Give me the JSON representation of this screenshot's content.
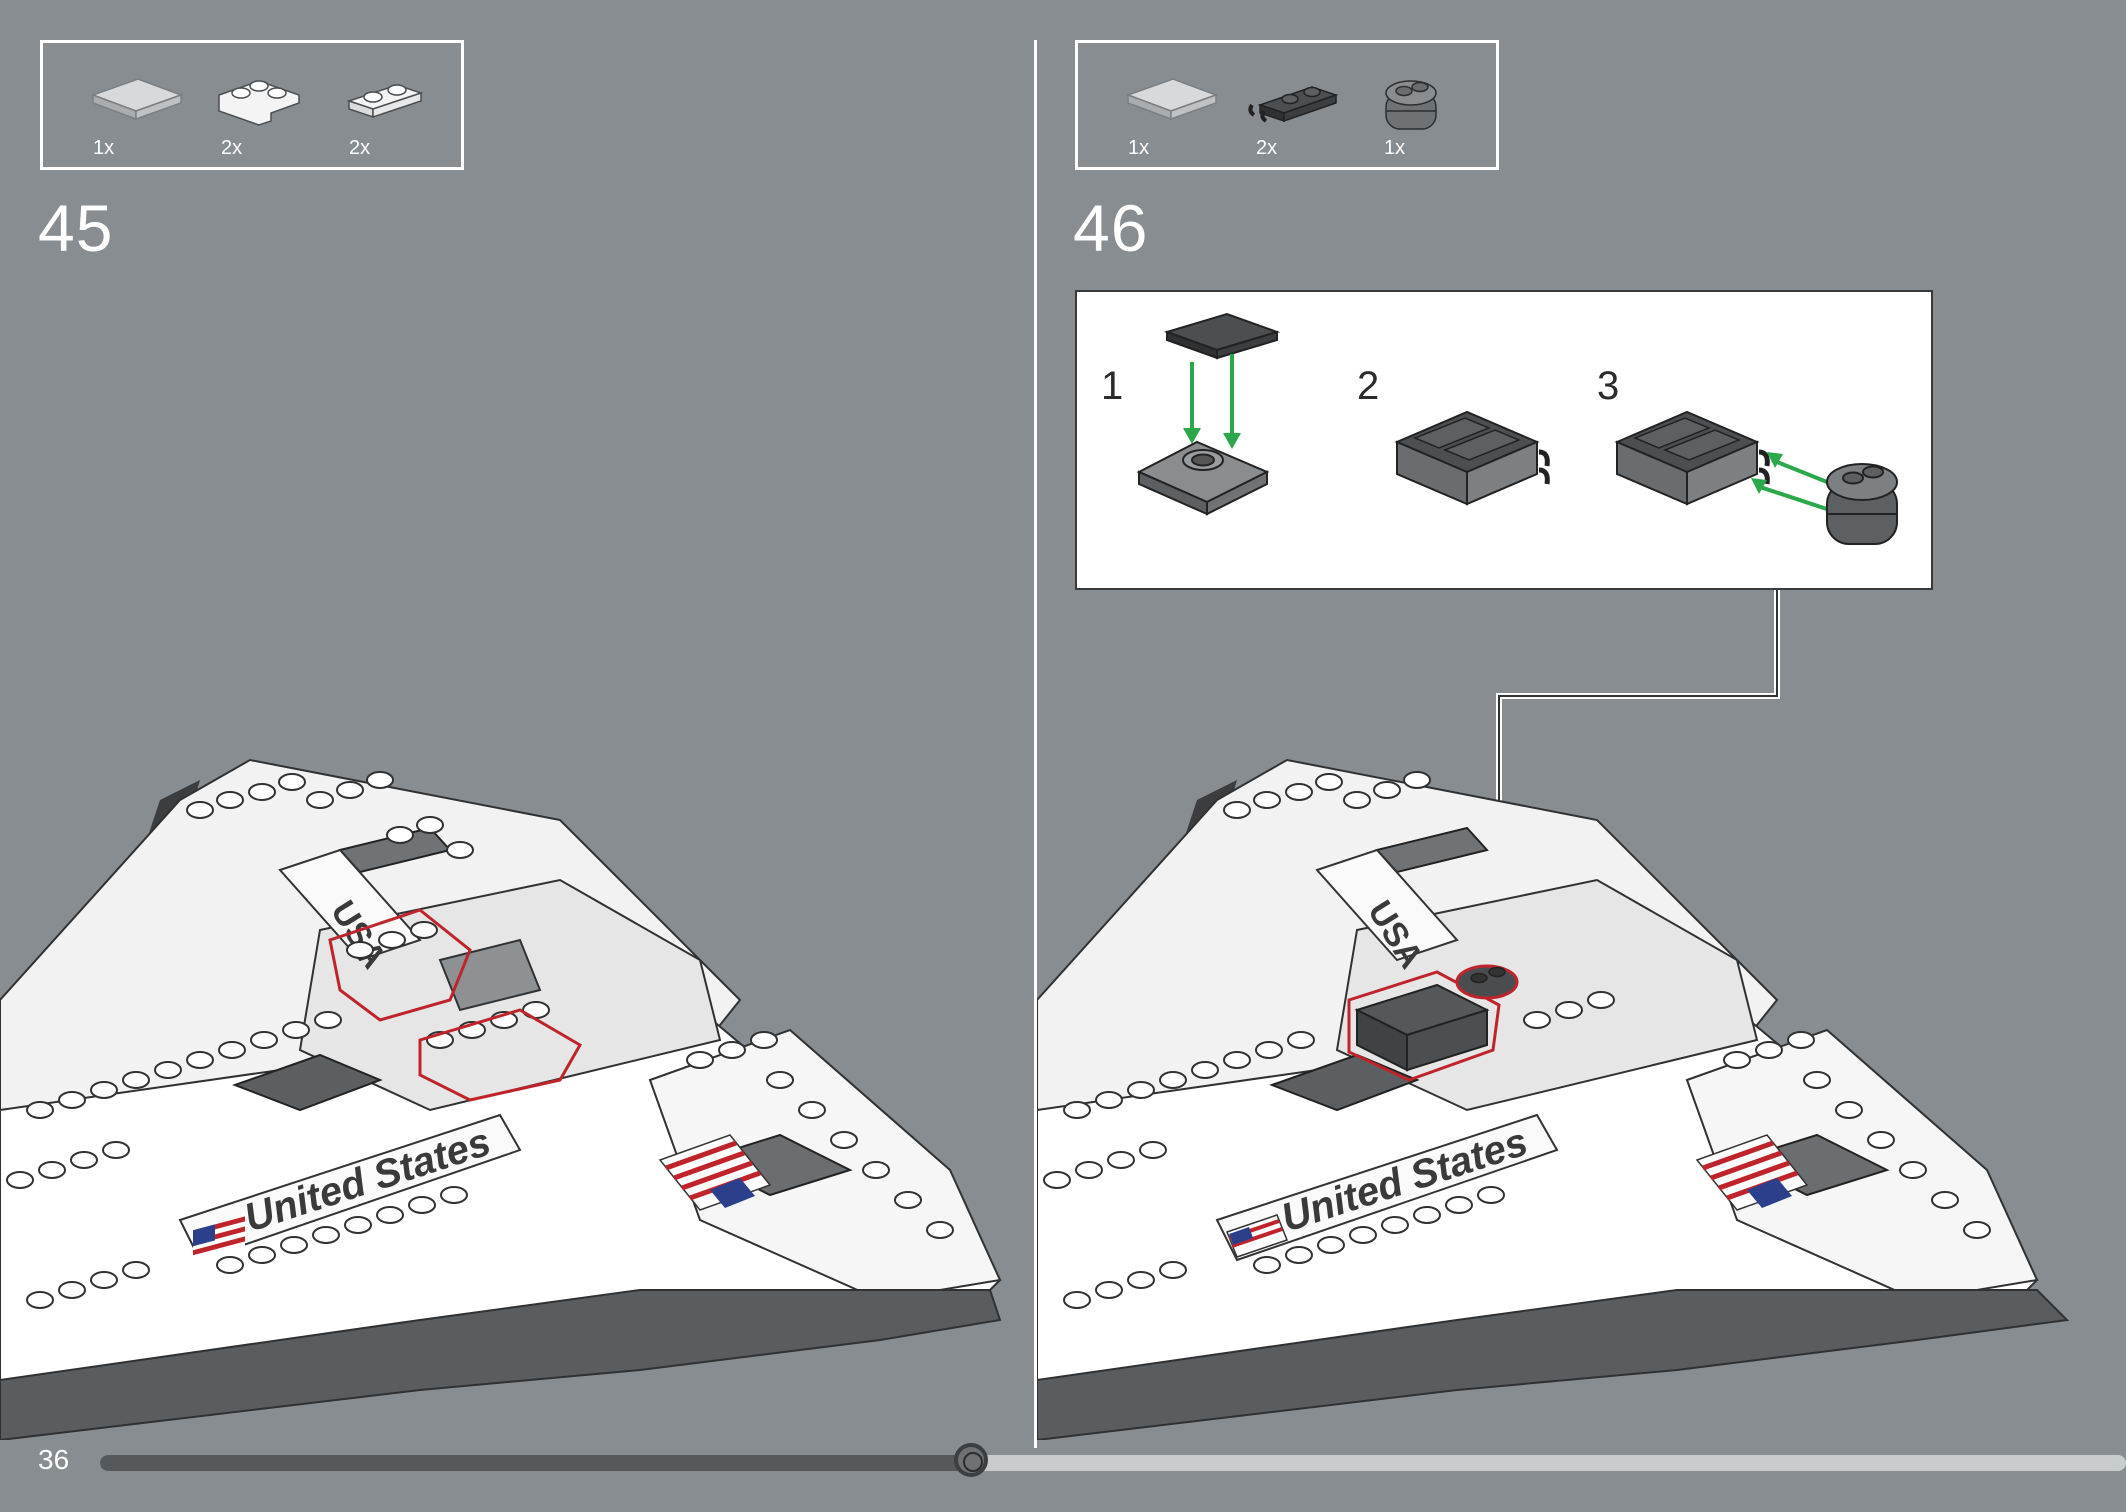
{
  "page": {
    "number": "36"
  },
  "progress": {
    "fraction": 0.43
  },
  "steps": [
    {
      "number": "45",
      "parts": [
        {
          "name": "tile-2x2-light-gray",
          "qty": "1x"
        },
        {
          "name": "plate-corner-2x2-white",
          "qty": "2x"
        },
        {
          "name": "plate-1x2-white",
          "qty": "2x"
        }
      ]
    },
    {
      "number": "46",
      "parts": [
        {
          "name": "tile-2x2-light-gray",
          "qty": "1x"
        },
        {
          "name": "plate-clip-1x2-dark-gray",
          "qty": "2x"
        },
        {
          "name": "brick-round-dark-gray",
          "qty": "1x"
        }
      ],
      "substeps": [
        {
          "label": "1"
        },
        {
          "label": "2"
        },
        {
          "label": "3"
        }
      ]
    }
  ],
  "model": {
    "side_text": "United States",
    "wing_text": "USA"
  },
  "colors": {
    "background": "#878d91",
    "highlight": "#c0242b",
    "arrow": "#2aa84a"
  }
}
